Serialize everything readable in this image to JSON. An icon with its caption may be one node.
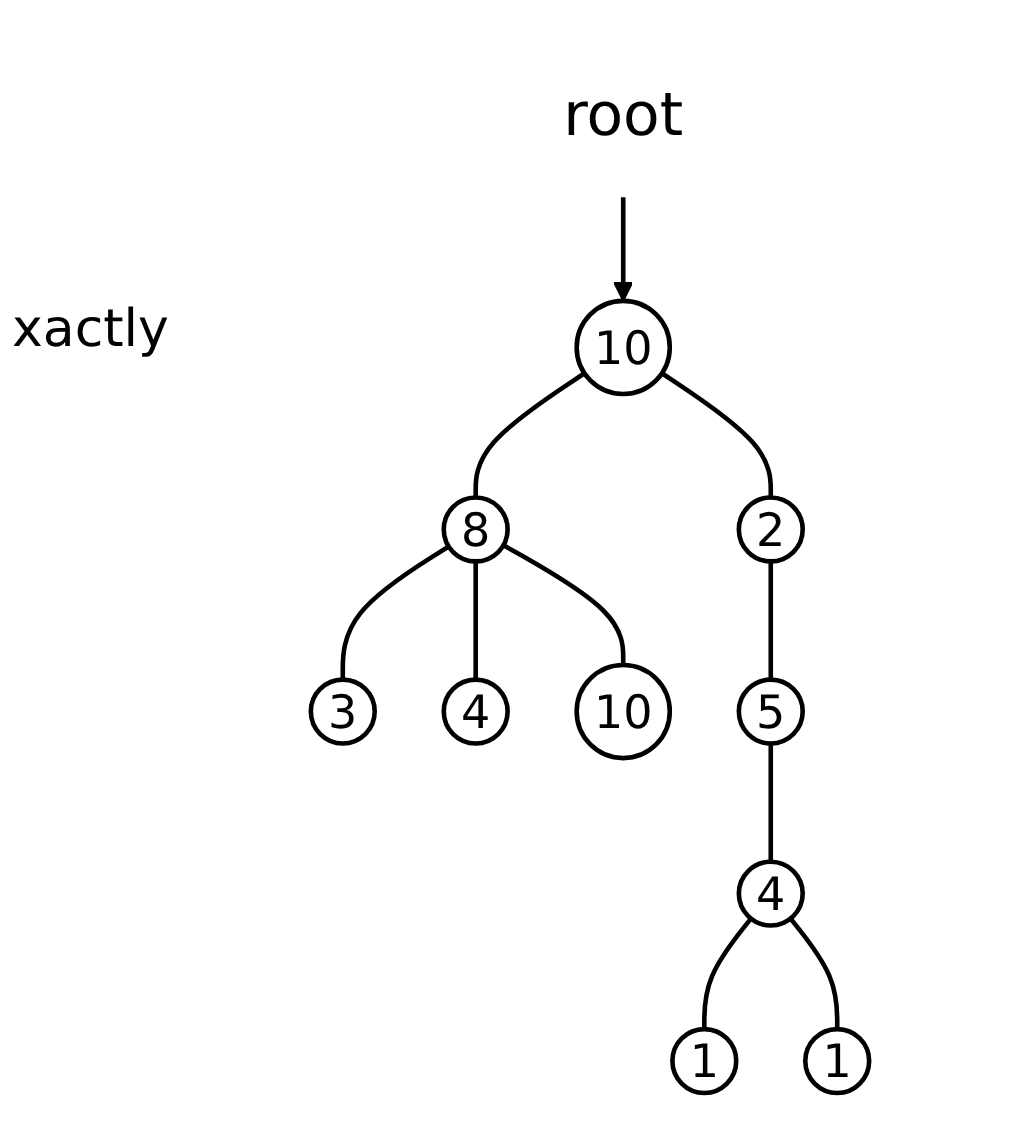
{
  "diagram": {
    "nodes": [
      {
        "text": [
          "10"
        ]
      },
      {
        "text": [
          "root"
        ]
      },
      {
        "text": [
          "8"
        ]
      },
      {
        "text": [
          "2"
        ]
      },
      {
        "text": [
          "3"
        ]
      },
      {
        "text": [
          "4"
        ]
      },
      {
        "text": [
          "10"
        ]
      },
      {
        "text": [
          "5"
        ]
      },
      {
        "text": [
          "4"
        ]
      },
      {
        "text": [
          "1"
        ]
      },
      {
        "text": [
          "1"
        ]
      }
    ],
    "edges": [
      {
        "from": 1,
        "to": 0,
        "arrow": "to"
      },
      {
        "from": 0,
        "to": 2,
        "arrow": "none"
      },
      {
        "from": 0,
        "to": 3,
        "arrow": "none"
      },
      {
        "from": 2,
        "to": 4,
        "arrow": "none"
      },
      {
        "from": 2,
        "to": 5,
        "arrow": "none"
      },
      {
        "from": 2,
        "to": 6,
        "arrow": "none"
      },
      {
        "from": 3,
        "to": 7,
        "arrow": "none"
      },
      {
        "from": 7,
        "to": 8,
        "arrow": "none"
      },
      {
        "from": 8,
        "to": 9,
        "arrow": "none"
      },
      {
        "from": 8,
        "to": 10,
        "arrow": "none"
      }
    ],
    "labels": [
      "xactly"
    ]
  }
}
